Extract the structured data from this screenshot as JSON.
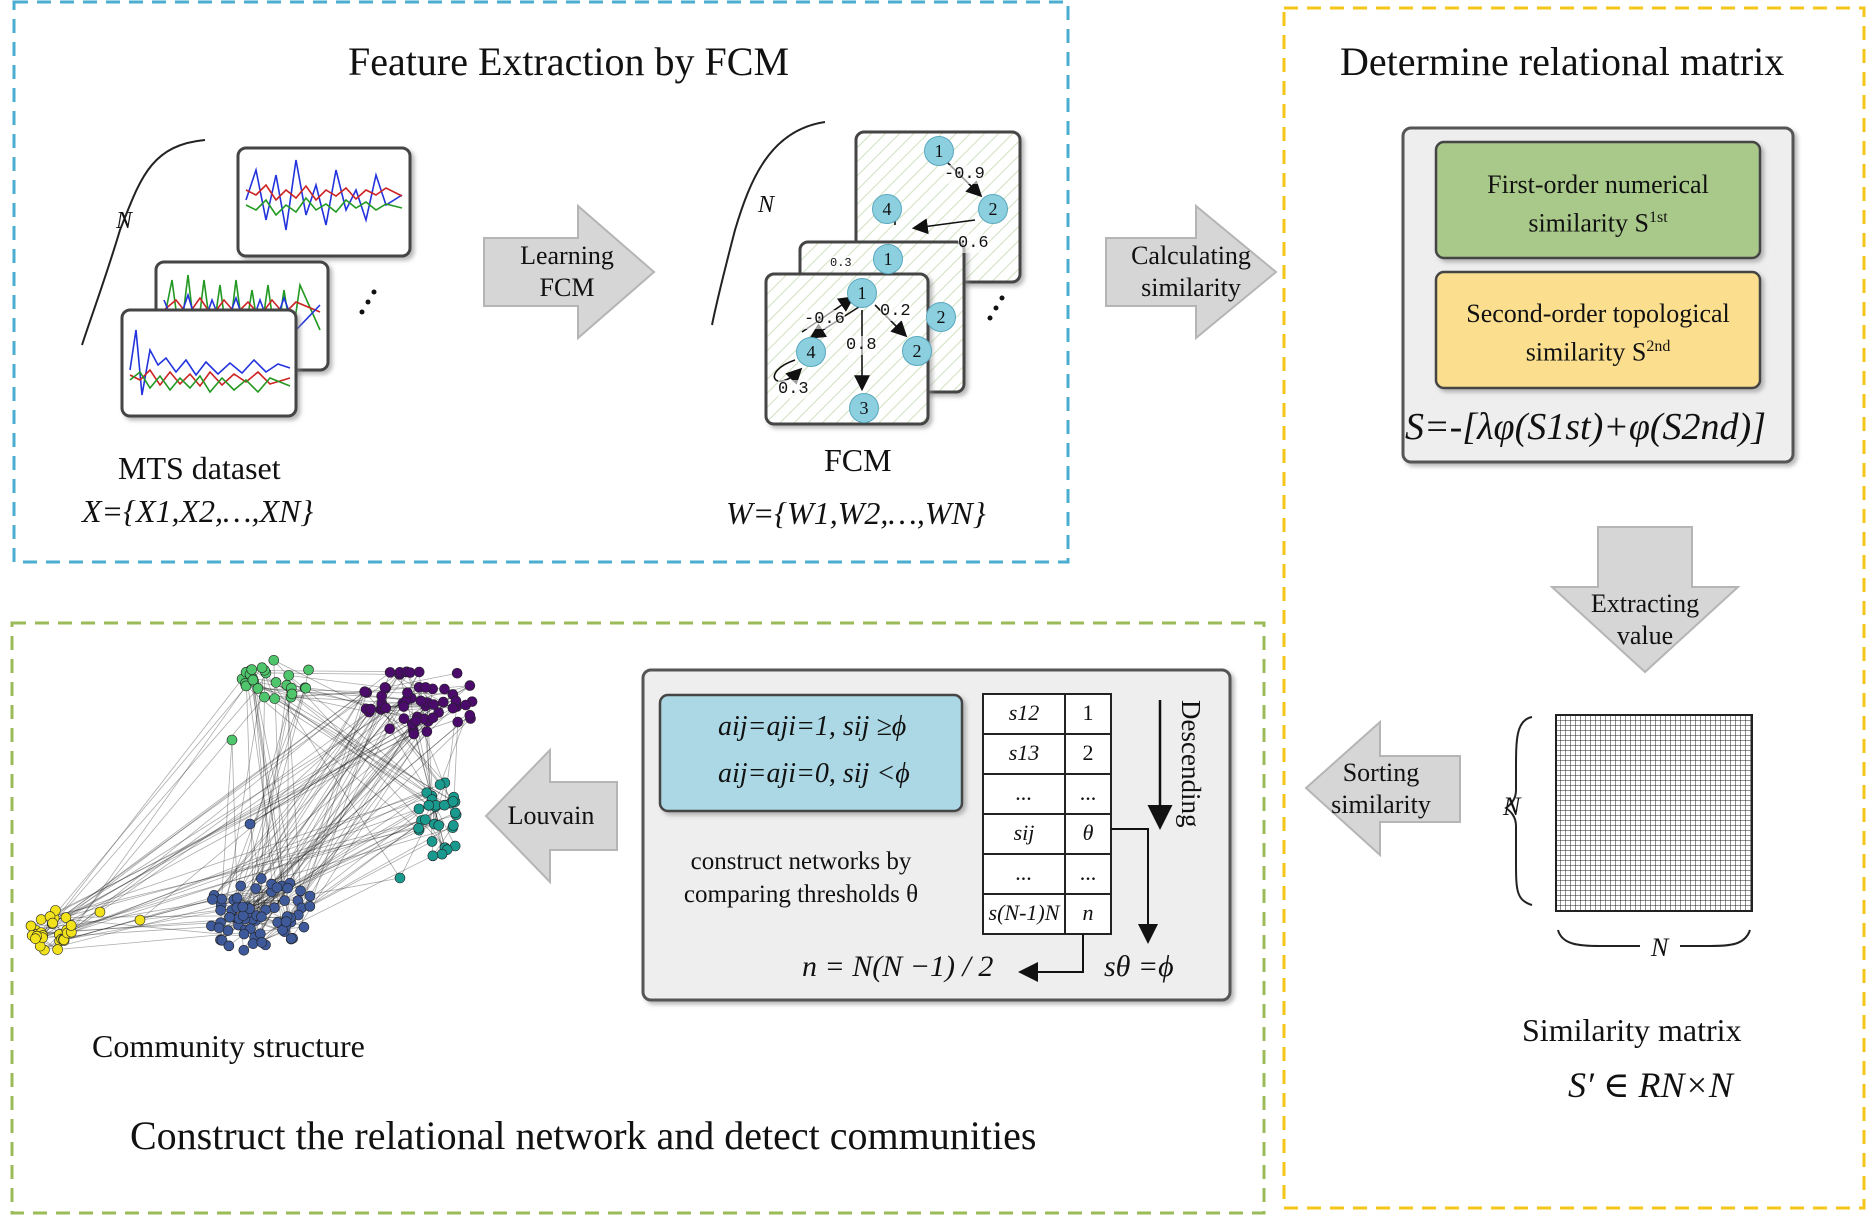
{
  "panels": {
    "feature": {
      "title": "Feature Extraction by FCM",
      "mts_caption": "MTS dataset",
      "mts_formula": "X={X1,X2,…,XN}",
      "n_label": "N",
      "learning_arrow": "Learning\nFCM",
      "fcm_caption": "FCM",
      "fcm_formula": "W={W1,W2,…,WN}",
      "fcm_n_label": "N",
      "fcm_nodes": [
        "1",
        "2",
        "3",
        "4"
      ],
      "fcm_weights": [
        "-0.9",
        "0.6",
        "0.3",
        "-0.6",
        "0.2",
        "0.8",
        "0.3"
      ]
    },
    "relational": {
      "title": "Determine relational matrix",
      "calc_arrow": "Calculating\nsimilarity",
      "first_order": "First-order numerical\nsimilarity S",
      "first_order_sup": "1st",
      "second_order": "Second-order topological\nsimilarity S",
      "second_order_sup": "2nd",
      "formula": "S=-[λφ(S1st)+φ(S2nd)]",
      "extract_arrow": "Extracting\nvalue",
      "matrix_n_side": "N",
      "matrix_n_bottom": "N",
      "matrix_caption": "Similarity matrix",
      "matrix_formula": "S′ ∈ RN×N"
    },
    "network": {
      "title": "Construct the relational network and detect communities",
      "sorting_arrow": "Sorting\nsimilarity",
      "louvain_arrow": "Louvain",
      "rule_line1": "aij=aji=1, sij ≥ϕ",
      "rule_line2": "aij=aji=0, sij <ϕ",
      "construct_text": "construct networks by\ncomparing thresholds θ",
      "table_rows": [
        {
          "s": "s12",
          "idx": "1"
        },
        {
          "s": "s13",
          "idx": "2"
        },
        {
          "s": "...",
          "idx": "..."
        },
        {
          "s": "sij",
          "idx": "θ"
        },
        {
          "s": "...",
          "idx": "..."
        },
        {
          "s": "s(N-1)N",
          "idx": "n"
        }
      ],
      "descending": "Descending",
      "n_formula": "n = N(N −1) / 2",
      "s_theta": "sθ =ϕ",
      "community_caption": "Community structure"
    }
  },
  "colors": {
    "blue_border": "#4aaed0",
    "yellow_border": "#f5c518",
    "green_border": "#9bbb59",
    "first_order_fill": "#a9c98a",
    "second_order_fill": "#fbdf8f",
    "rule_fill": "#abd8e4",
    "node_fill": "#8ccfdf",
    "arrow_fill": "#d6d6d6",
    "community_green": "#4fc66b",
    "community_purple": "#4a0b6b",
    "community_teal": "#1a9a8f",
    "community_blue": "#3e5a9a",
    "community_yellow": "#f1e21c"
  }
}
